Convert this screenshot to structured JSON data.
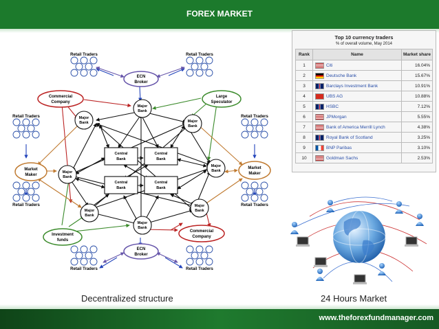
{
  "header": {
    "title": "FOREX MARKET"
  },
  "diagram": {
    "ecn_broker": "ECN Broker",
    "ecn_top_line1": "ECN",
    "ecn_top_line2": "Broker",
    "ecn_bot_line1": "ECN",
    "ecn_bot_line2": "Broker",
    "major_line1": "Major",
    "major_line2": "Bank",
    "central_line1": "Central",
    "central_line2": "Bank",
    "market_line1": "Market",
    "market_line2": "Maker",
    "commercial_line1": "Commercial",
    "commercial_line2": "Company",
    "large_line1": "Large",
    "large_line2": "Speculator",
    "investment_line1": "Investment",
    "investment_line2": "funds",
    "retail": "Retail Traders"
  },
  "captions": {
    "left": "Decentralized structure",
    "right": "24 Hours Market"
  },
  "footer": {
    "site": "www.theforexfundmanager.com"
  },
  "table": {
    "title": "Top 10 currency traders",
    "subtitle": "% of overall volume, May 2014",
    "headers": [
      "Rank",
      "Name",
      "Market share"
    ],
    "rows": [
      {
        "rank": "1",
        "name": "Citi",
        "share": "16.04%",
        "flag": "us"
      },
      {
        "rank": "2",
        "name": "Deutsche Bank",
        "share": "15.67%",
        "flag": "de"
      },
      {
        "rank": "3",
        "name": "Barclays Investment Bank",
        "share": "10.91%",
        "flag": "uk"
      },
      {
        "rank": "4",
        "name": "UBS AG",
        "share": "10.88%",
        "flag": "ch"
      },
      {
        "rank": "5",
        "name": "HSBC",
        "share": "7.12%",
        "flag": "uk"
      },
      {
        "rank": "6",
        "name": "JPMorgan",
        "share": "5.55%",
        "flag": "us"
      },
      {
        "rank": "7",
        "name": "Bank of America Merrill Lynch",
        "share": "4.38%",
        "flag": "us"
      },
      {
        "rank": "8",
        "name": "Royal Bank of Scotland",
        "share": "3.25%",
        "flag": "uk"
      },
      {
        "rank": "9",
        "name": "BNP Paribas",
        "share": "3.10%",
        "flag": "fr"
      },
      {
        "rank": "10",
        "name": "Goldman Sachs",
        "share": "2.53%",
        "flag": "us"
      }
    ]
  }
}
